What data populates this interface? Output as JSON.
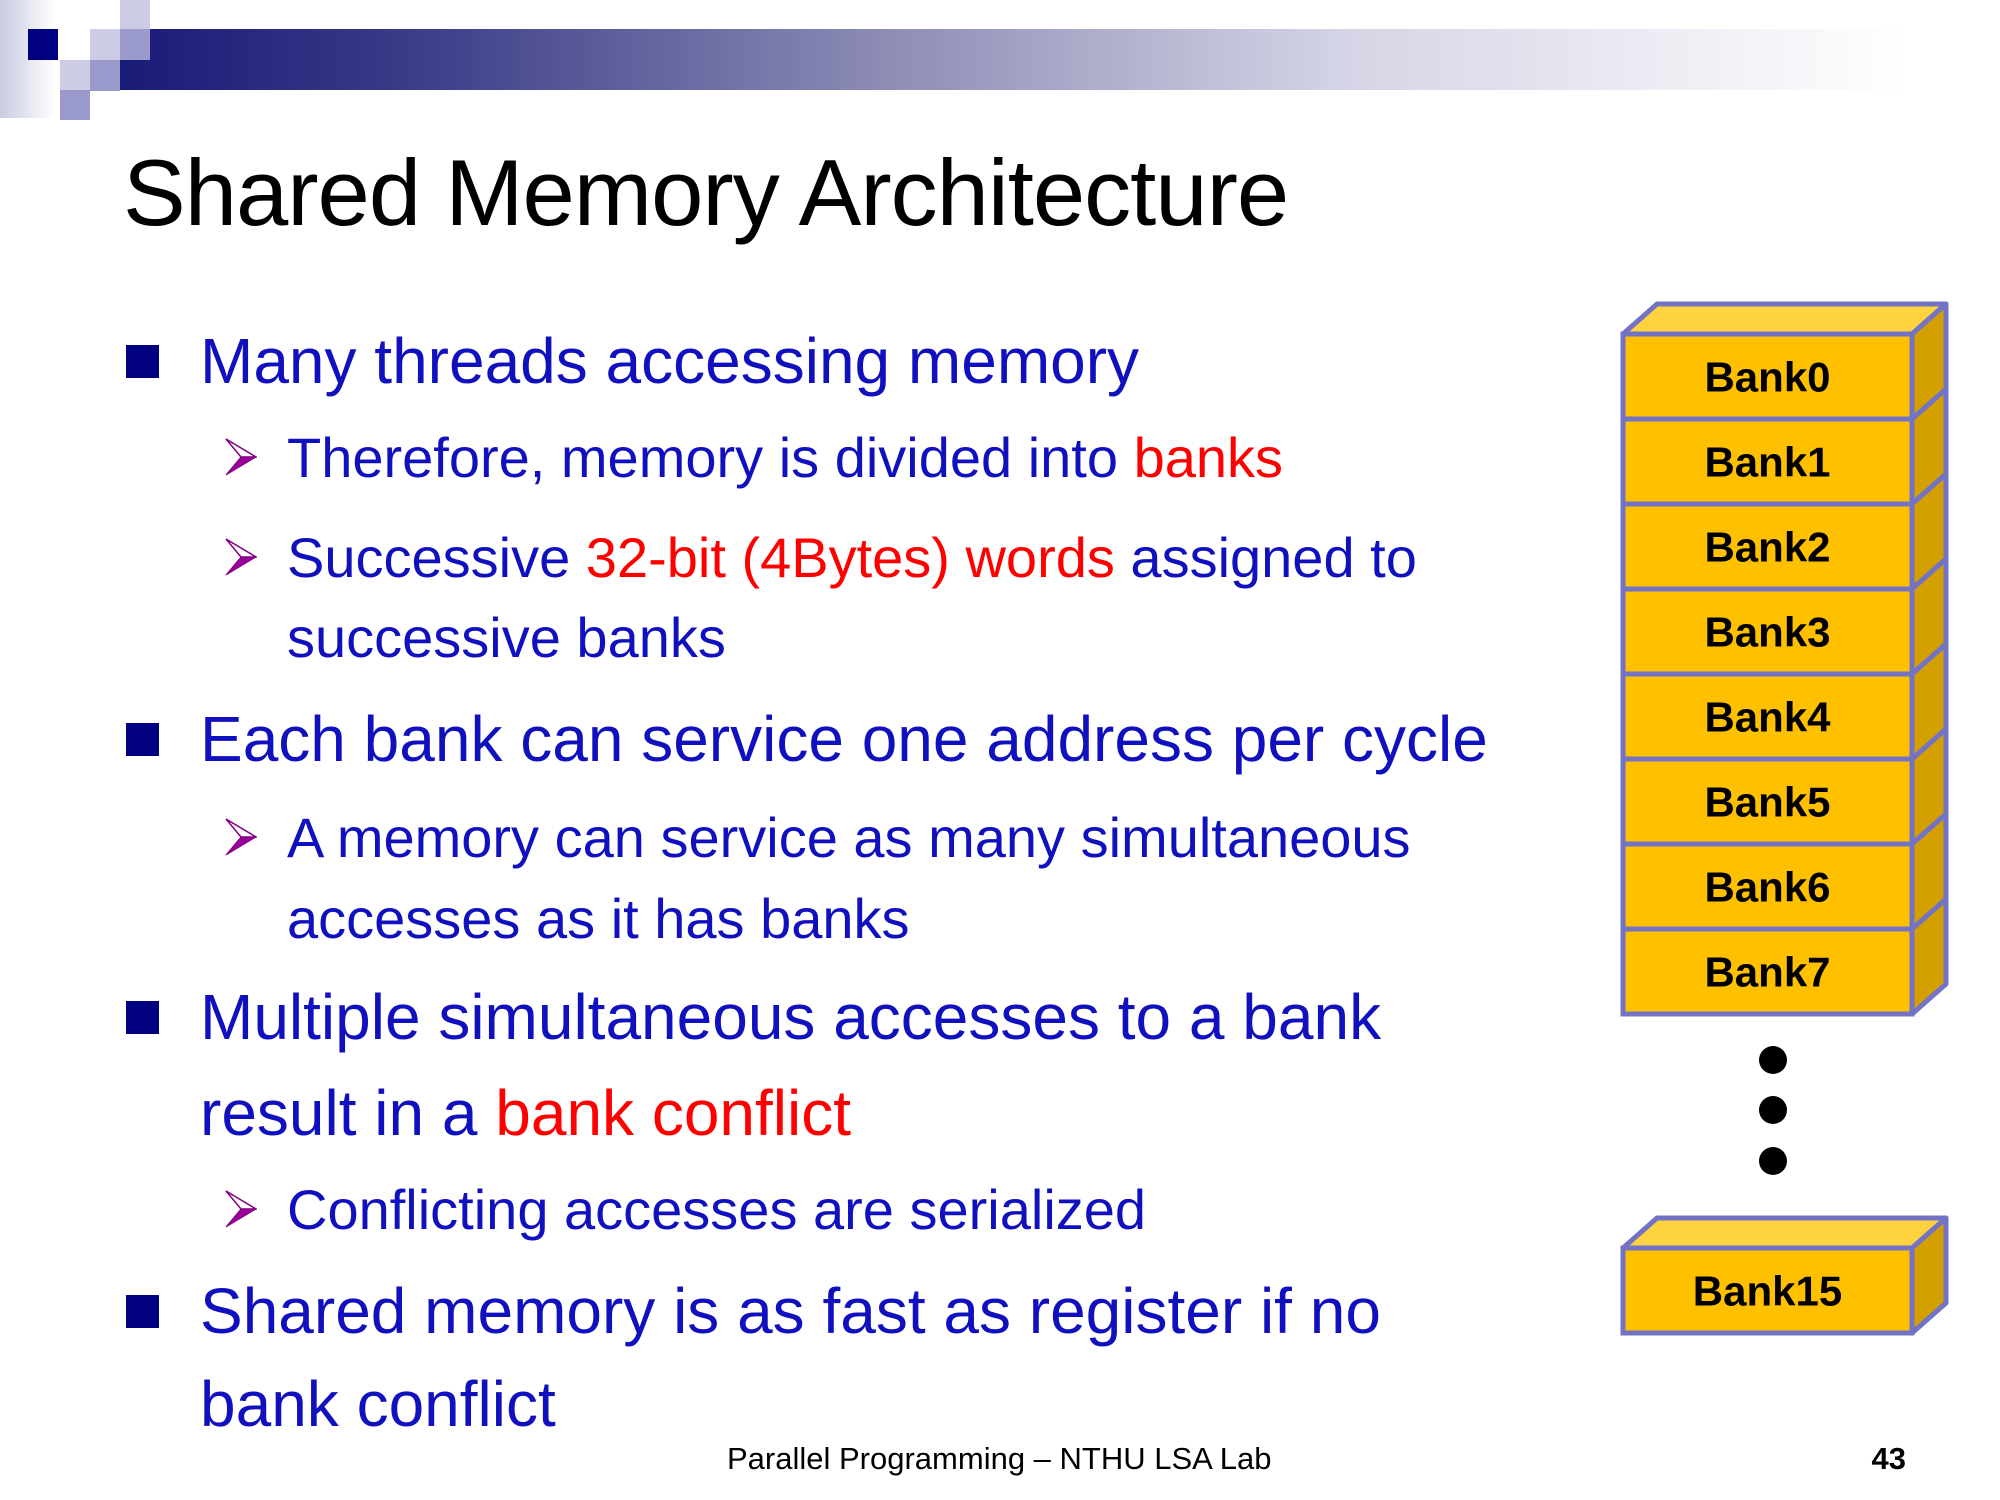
{
  "title": "Shared Memory Architecture",
  "bullets": {
    "b1": "Many threads accessing memory",
    "b1_sub1": {
      "pre": "Therefore, memory is divided into ",
      "red": "banks"
    },
    "b1_sub2": {
      "pre": "Successive ",
      "red": "32-bit (4Bytes) words",
      "post": " assigned to",
      "line2": "successive banks"
    },
    "b2": "Each bank can service one address per cycle",
    "b2_sub1": {
      "line1": "A memory can service as many simultaneous",
      "line2": "accesses as it has banks"
    },
    "b3": {
      "line1": "Multiple simultaneous accesses to a bank",
      "line2_pre": "result in a ",
      "line2_red": "bank conflict"
    },
    "b3_sub1": "Conflicting accesses are serialized",
    "b4": {
      "line1": "Shared memory is as fast as register if no",
      "line2": "bank conflict"
    }
  },
  "diagram": {
    "banks": [
      "Bank0",
      "Bank1",
      "Bank2",
      "Bank3",
      "Bank4",
      "Bank5",
      "Bank6",
      "Bank7"
    ],
    "last_bank": "Bank15",
    "colors": {
      "front": "#FFC000",
      "side": "#D4A000",
      "top": "#FFD23F",
      "border": "#7373C6"
    }
  },
  "footer": {
    "text": "Parallel Programming – NTHU LSA Lab",
    "page": "43"
  },
  "colors": {
    "text": "#1010BF",
    "highlight": "#FF0000",
    "bullet": "#000080"
  }
}
